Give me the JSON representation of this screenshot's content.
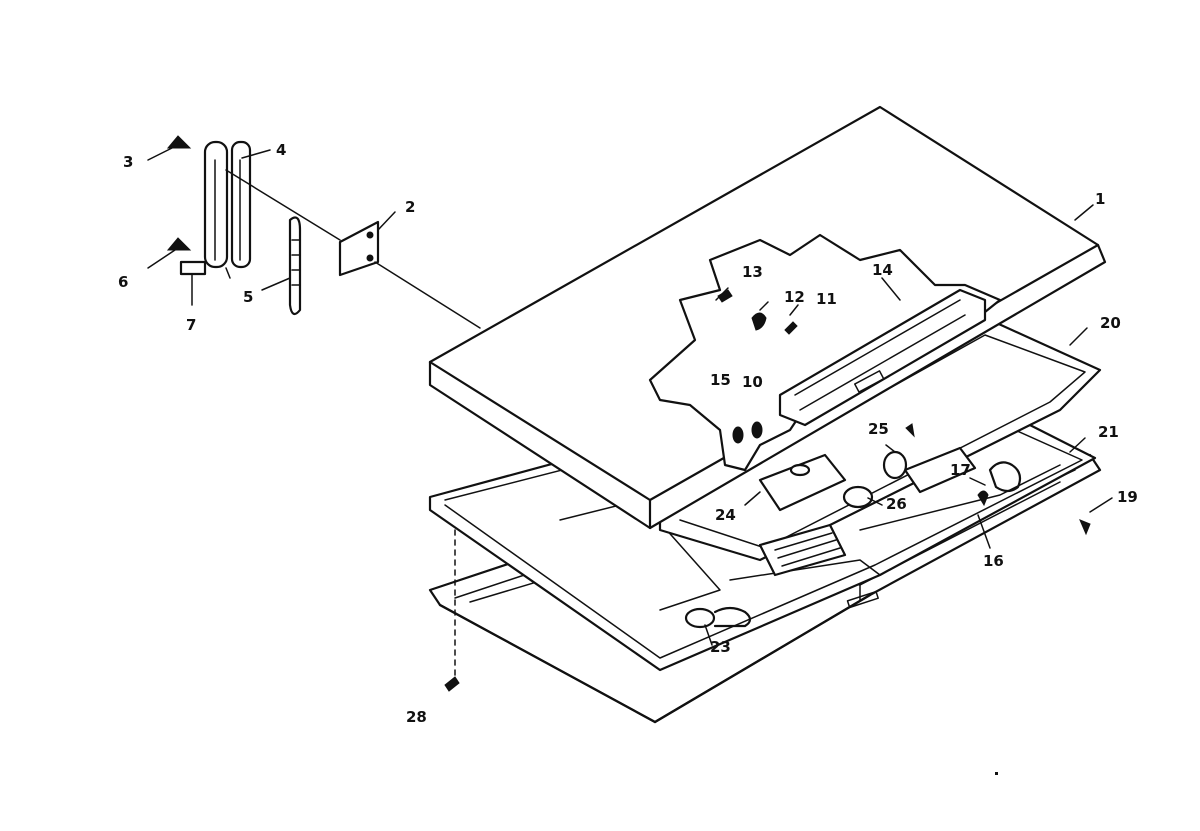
{
  "diagram": {
    "callouts": {
      "c1": "1",
      "c2": "2",
      "c3": "3",
      "c4": "4",
      "c5": "5",
      "c6": "6",
      "c7": "7",
      "c10": "10",
      "c11": "11",
      "c12": "12",
      "c13": "13",
      "c14": "14",
      "c15": "15",
      "c16": "16",
      "c17": "17",
      "c19": "19",
      "c20": "20",
      "c21": "21",
      "c23": "23",
      "c24": "24",
      "c25": "25",
      "c26": "26",
      "c28": "28"
    }
  }
}
